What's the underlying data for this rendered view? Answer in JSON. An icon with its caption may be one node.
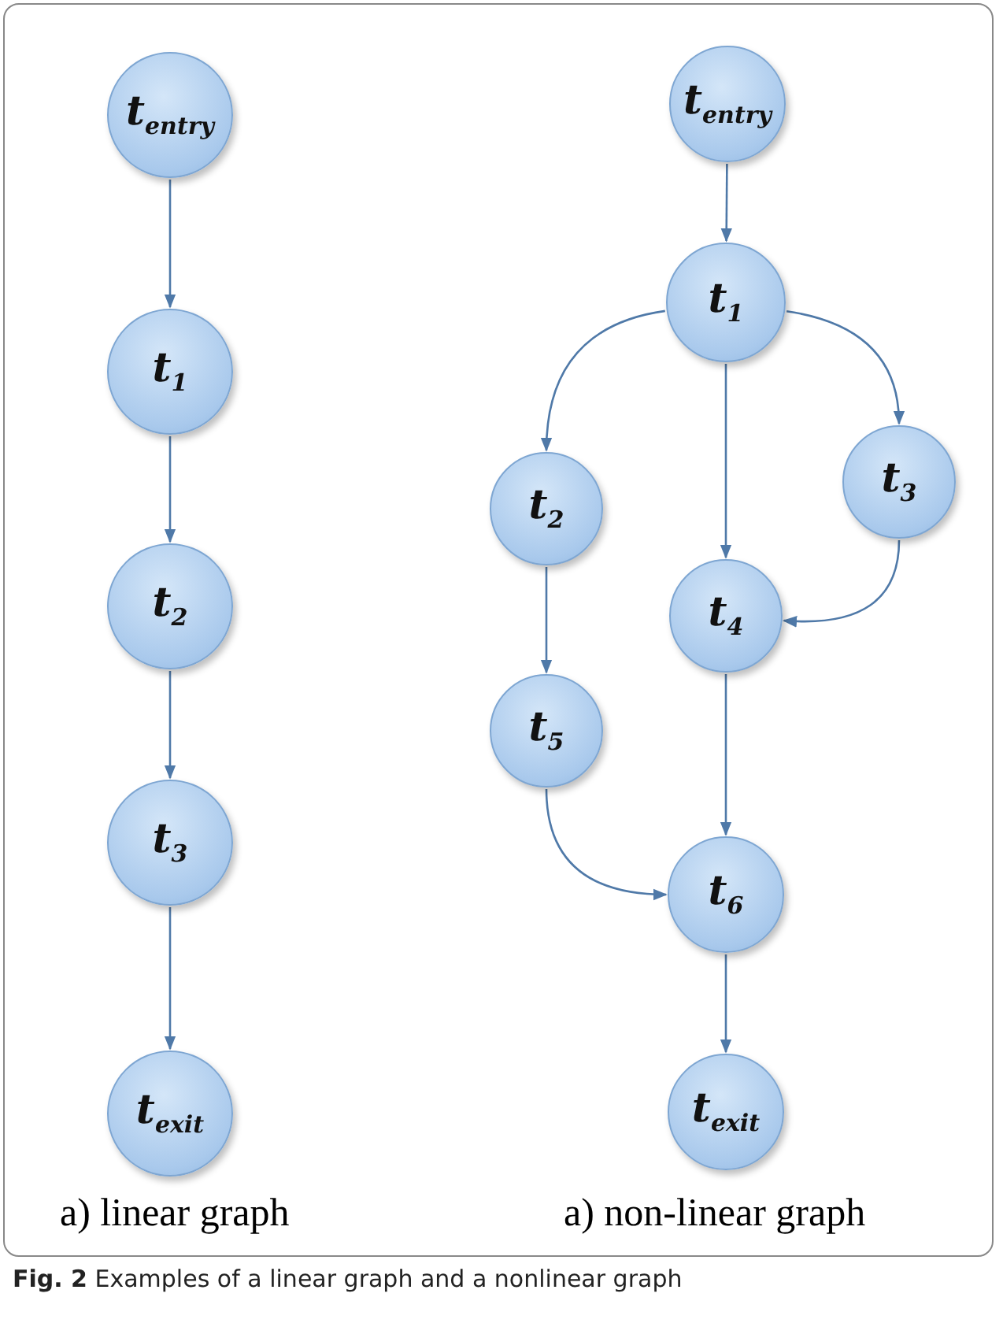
{
  "diagram": {
    "caption": "**Fig. 2** Examples of a linear graph and a nonlinear graph",
    "nodes": [
      {
        "text": [
          "t$_{entry}$"
        ]
      },
      {
        "text": [
          "t$_{1}$"
        ]
      },
      {
        "text": [
          "t$_{2}$"
        ]
      },
      {
        "text": [
          "t$_{3}$"
        ]
      },
      {
        "text": [
          "t$_{exit}$"
        ]
      },
      {
        "text": [
          "t$_{entry}$"
        ]
      },
      {
        "text": [
          "t$_{1}$"
        ]
      },
      {
        "text": [
          "t$_{2}$"
        ]
      },
      {
        "text": [
          "t$_{3}$"
        ]
      },
      {
        "text": [
          "t$_{4}$"
        ]
      },
      {
        "text": [
          "t$_{5}$"
        ]
      },
      {
        "text": [
          "t$_{6}$"
        ]
      },
      {
        "text": [
          "t$_{exit}$"
        ]
      }
    ],
    "edges": [
      {
        "from": 0,
        "to": 1,
        "arrow": "to"
      },
      {
        "from": 1,
        "to": 2,
        "arrow": "to"
      },
      {
        "from": 2,
        "to": 3,
        "arrow": "to"
      },
      {
        "from": 3,
        "to": 4,
        "arrow": "to"
      },
      {
        "from": 5,
        "to": 6,
        "arrow": "to"
      },
      {
        "from": 6,
        "to": 7,
        "arrow": "to"
      },
      {
        "from": 6,
        "to": 9,
        "arrow": "to"
      },
      {
        "from": 6,
        "to": 8,
        "arrow": "to"
      },
      {
        "from": 7,
        "to": 10,
        "arrow": "to"
      },
      {
        "from": 8,
        "to": 9,
        "arrow": "to"
      },
      {
        "from": 9,
        "to": 11,
        "arrow": "to"
      },
      {
        "from": 10,
        "to": 11,
        "arrow": "to"
      },
      {
        "from": 11,
        "to": 12,
        "arrow": "to"
      }
    ],
    "labels": [
      "a) linear graph",
      "a) non-linear graph"
    ]
  }
}
